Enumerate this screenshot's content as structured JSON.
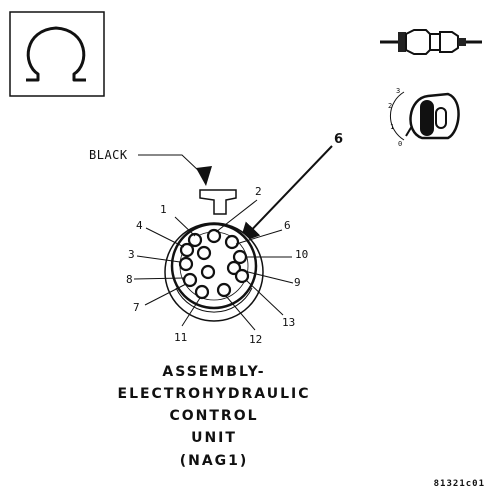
{
  "symbol_box": {
    "icon": "ohm-omega-icon"
  },
  "connector_icons": {
    "connector_pair": "connector-pair-icon",
    "ignition_key": "ignition-key-icon",
    "key_positions": [
      "3",
      "2",
      "1",
      "0"
    ]
  },
  "wire_label": "BLACK",
  "callout": "6",
  "pins": [
    {
      "id": "1",
      "side": "left"
    },
    {
      "id": "2",
      "side": "right"
    },
    {
      "id": "3",
      "side": "left"
    },
    {
      "id": "4",
      "side": "left"
    },
    {
      "id": "6",
      "side": "right"
    },
    {
      "id": "7",
      "side": "left"
    },
    {
      "id": "8",
      "side": "left"
    },
    {
      "id": "9",
      "side": "right"
    },
    {
      "id": "10",
      "side": "right"
    },
    {
      "id": "11",
      "side": "left"
    },
    {
      "id": "12",
      "side": "right"
    },
    {
      "id": "13",
      "side": "right"
    }
  ],
  "title_lines": [
    "ASSEMBLY-",
    "ELECTROHYDRAULIC",
    "CONTROL",
    "UNIT",
    "(NAG1)"
  ],
  "figure_id": "81321c01"
}
